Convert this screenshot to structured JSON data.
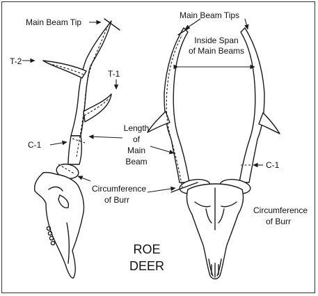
{
  "labels": {
    "main_beam_tip": "Main Beam Tip",
    "main_beam_tips": "Main Beam Tips",
    "t2": "T-2",
    "t1": "T-1",
    "inside_span_line1": "Inside Span",
    "inside_span_line2": "of Main Beams",
    "length_line1": "Length",
    "length_line2": "of",
    "length_line3": "Main",
    "length_line4": "Beam",
    "c1_left": "C-1",
    "c1_right": "C-1",
    "circ_left_line1": "Circumference",
    "circ_left_line2": "of Burr",
    "circ_right_line1": "Circumference",
    "circ_right_line2": "of Burr",
    "title_line1": "ROE",
    "title_line2": "DEER"
  },
  "icons": {
    "side_view": "roe-deer-skull-side-icon",
    "front_view": "roe-deer-skull-front-icon"
  }
}
